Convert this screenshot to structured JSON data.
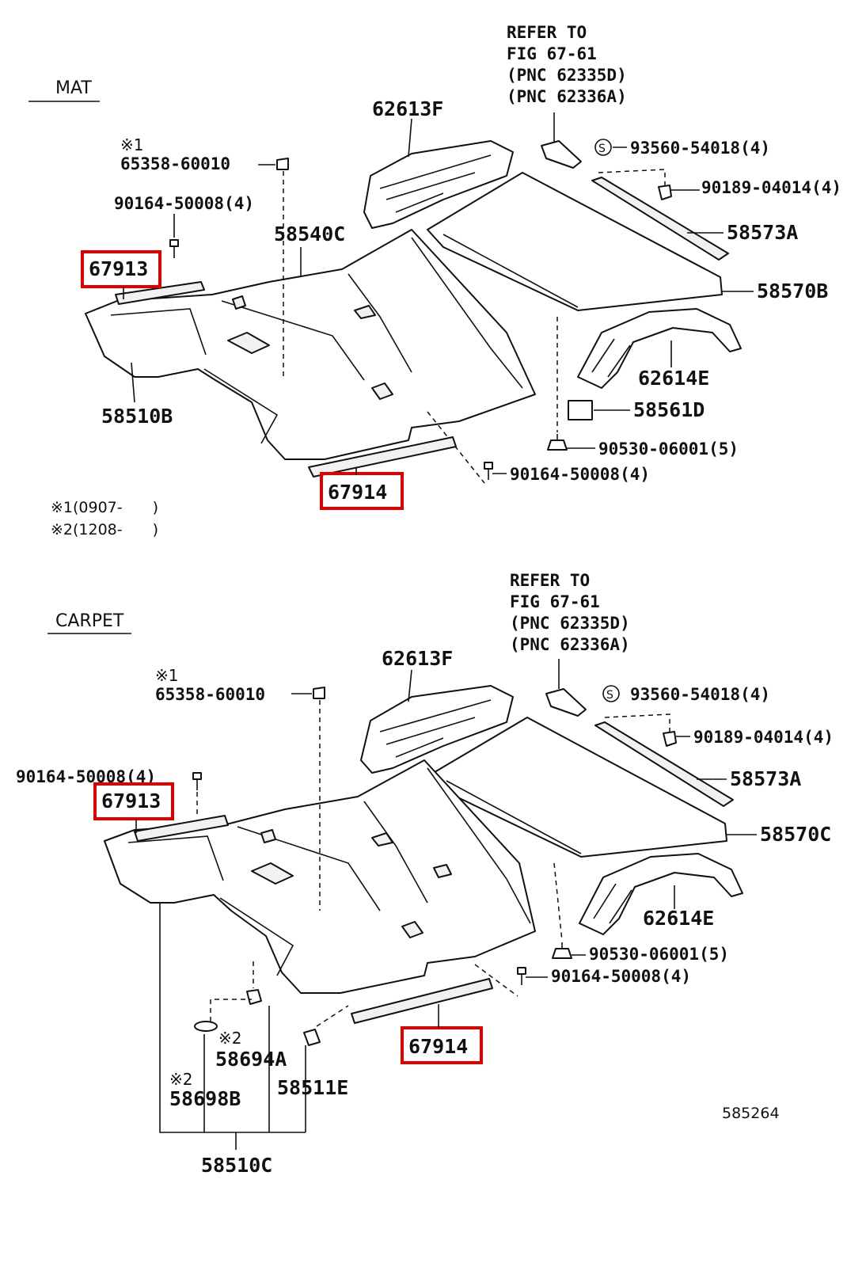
{
  "sections": {
    "mat": {
      "title": "MAT",
      "refer": [
        "REFER TO",
        "FIG 67-61",
        "(PNC 62335D)",
        "(PNC 62336A)"
      ],
      "labels": {
        "p62613F": "62613F",
        "p93560": "93560-54018(4)",
        "p90189": "90189-04014(4)",
        "mark1": "※1",
        "p65358": "65358-60010",
        "p90164a": "90164-50008(4)",
        "p58540C": "58540C",
        "p58573A": "58573A",
        "p67913": "67913",
        "p58570B": "58570B",
        "p62614E": "62614E",
        "p58510B": "58510B",
        "p58561D": "58561D",
        "p90530": "90530-06001(5)",
        "p90164b": "90164-50008(4)",
        "p67914": "67914"
      },
      "notes": [
        "※1(0907-　　)",
        "※2(1208-　　)"
      ]
    },
    "carpet": {
      "title": "CARPET",
      "refer": [
        "REFER TO",
        "FIG 67-61",
        "(PNC 62335D)",
        "(PNC 62336A)"
      ],
      "labels": {
        "p62613F": "62613F",
        "p93560": "93560-54018(4)",
        "mark1": "※1",
        "p65358": "65358-60010",
        "p90189": "90189-04014(4)",
        "p90164a": "90164-50008(4)",
        "p58573A": "58573A",
        "p67913": "67913",
        "p58570C": "58570C",
        "p62614E": "62614E",
        "p90530": "90530-06001(5)",
        "p90164b": "90164-50008(4)",
        "mark2a": "※2",
        "p58694A": "58694A",
        "p58511E": "58511E",
        "mark2b": "※2",
        "p58698B": "58698B",
        "p67914": "67914",
        "p58510C": "58510C"
      }
    },
    "figure_id": "585264"
  },
  "colors": {
    "highlight": "#e00000",
    "ink": "#111111"
  },
  "icons": {
    "screw": "screw-icon",
    "clip": "clip-icon",
    "s_mark": "s-circle-icon"
  }
}
